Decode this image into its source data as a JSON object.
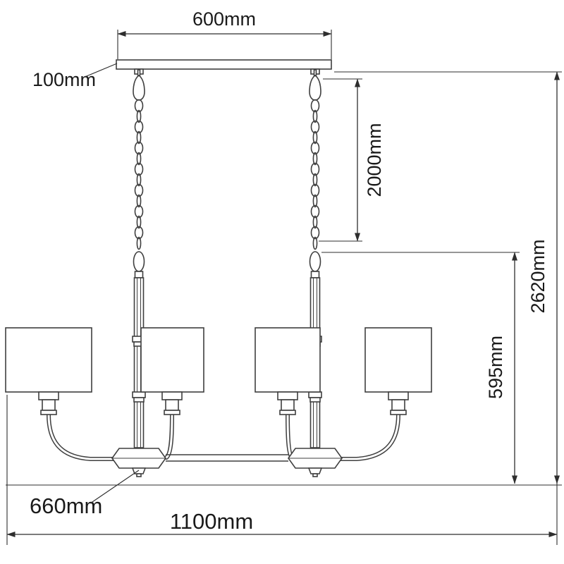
{
  "diagram": {
    "colors": {
      "background": "#ffffff",
      "line": "#3f3f3f",
      "text": "#1a1a1a"
    },
    "dimensions": {
      "canopy_width": "600mm",
      "canopy_depth": "100mm",
      "chain_length": "2000mm",
      "overall_height": "2620mm",
      "fixture_height": "595mm",
      "body_width": "660mm",
      "overall_width": "1100mm"
    }
  }
}
